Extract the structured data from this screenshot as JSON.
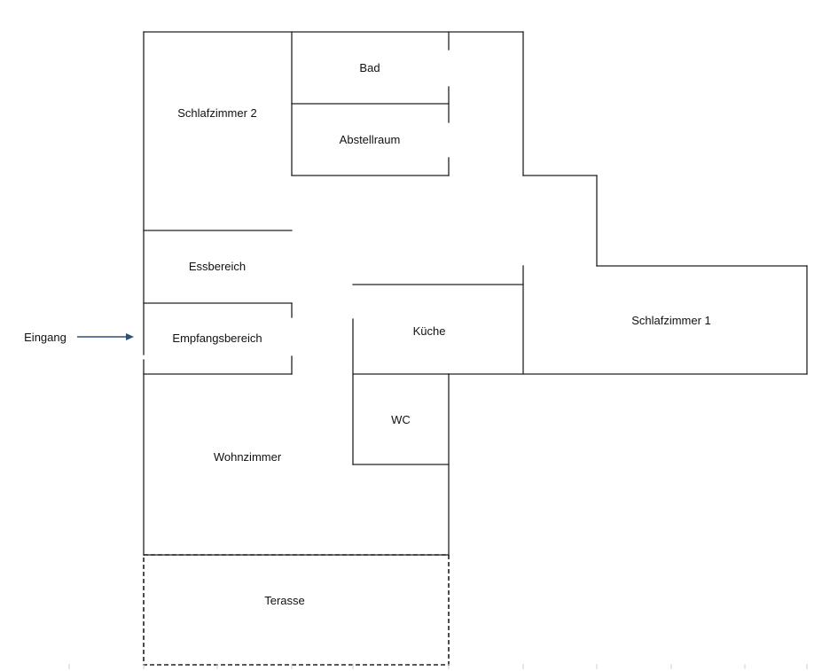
{
  "rooms": {
    "schlafzimmer_2": "Schlafzimmer 2",
    "bad": "Bad",
    "abstellraum": "Abstellraum",
    "essbereich": "Essbereich",
    "empfangsbereich": "Empfangsbereich",
    "kueche": "Küche",
    "schlafzimmer_1": "Schlafzimmer 1",
    "wc": "WC",
    "wohnzimmer": "Wohnzimmer",
    "terasse": "Terasse"
  },
  "entrance": {
    "label": "Eingang"
  },
  "colors": {
    "wall": "#222222",
    "arrow": "#2f4f78",
    "text": "#111111"
  }
}
